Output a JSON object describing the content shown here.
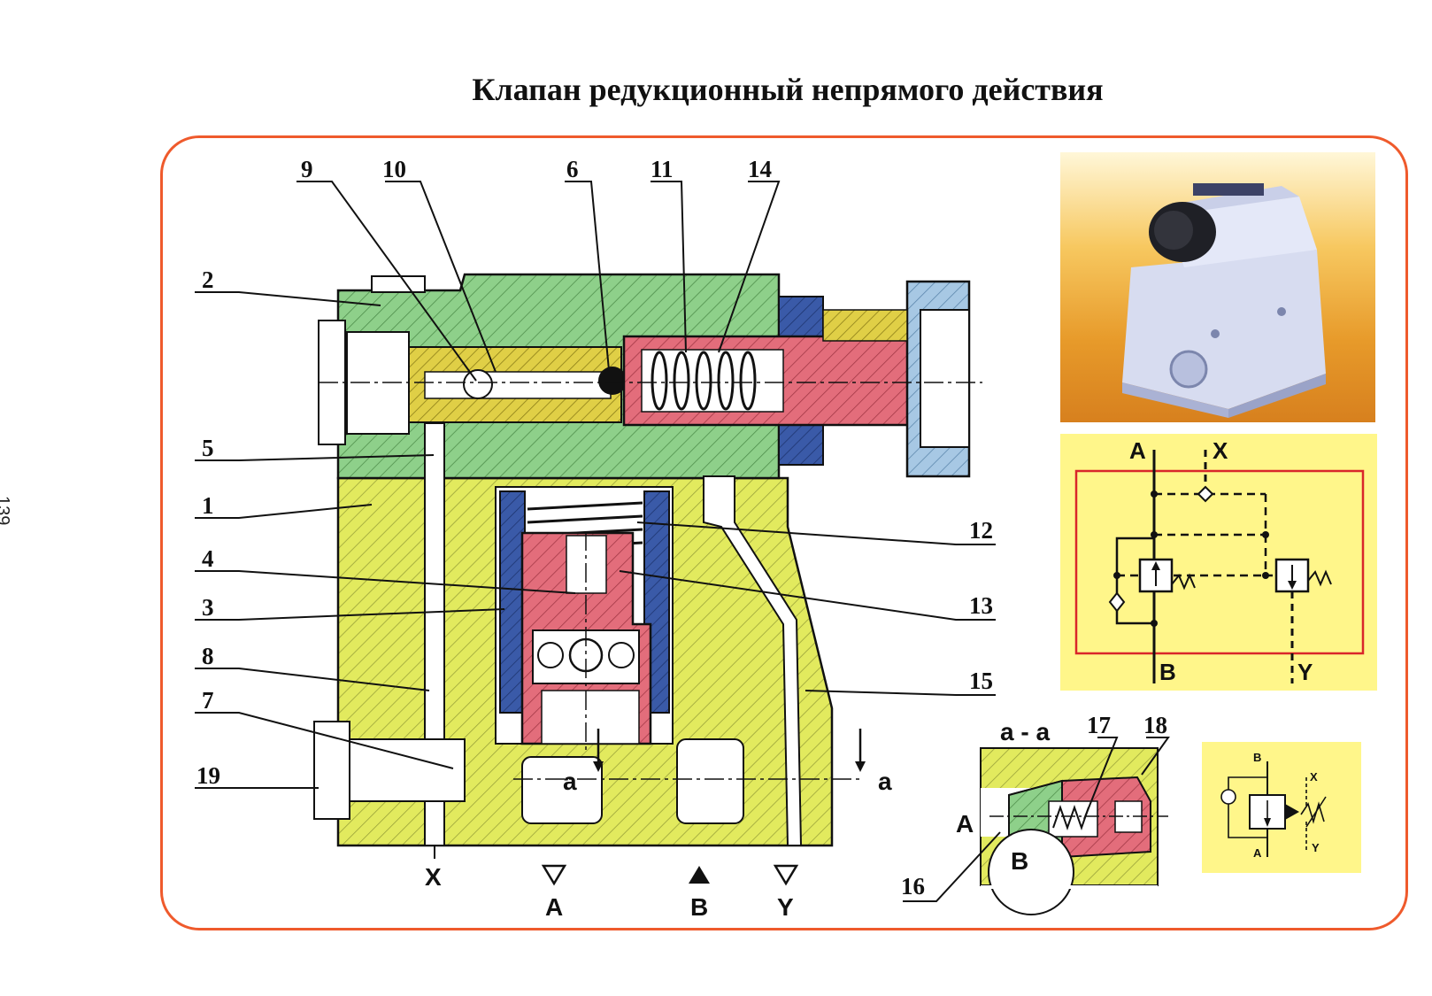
{
  "page": {
    "title": "Клапан редукционный непрямого действия",
    "page_number": "139"
  },
  "callouts": [
    "9",
    "10",
    "6",
    "11",
    "14",
    "2",
    "5",
    "1",
    "4",
    "3",
    "8",
    "7",
    "19",
    "12",
    "13",
    "15",
    "17",
    "18",
    "16"
  ],
  "ports": {
    "x": "X",
    "a": "A",
    "b": "B",
    "y": "Y"
  },
  "section": {
    "title": "a - a",
    "mark": "a",
    "port_a": "A",
    "port_b": "B"
  },
  "scheme1": {
    "a": "A",
    "x": "X",
    "b": "B",
    "y": "Y"
  },
  "scheme2": {
    "b": "B",
    "x": "X",
    "a": "A",
    "y": "Y"
  },
  "colors": {
    "frame": "#ef5a2c",
    "body_yellow": "#e2ea5e",
    "cover_green": "#8ed08a",
    "spool_red": "#e36d7b",
    "sleeve_blue": "#3a5aa8",
    "symbol_bg": "#fff68a",
    "symbol_border": "#d9262a"
  }
}
